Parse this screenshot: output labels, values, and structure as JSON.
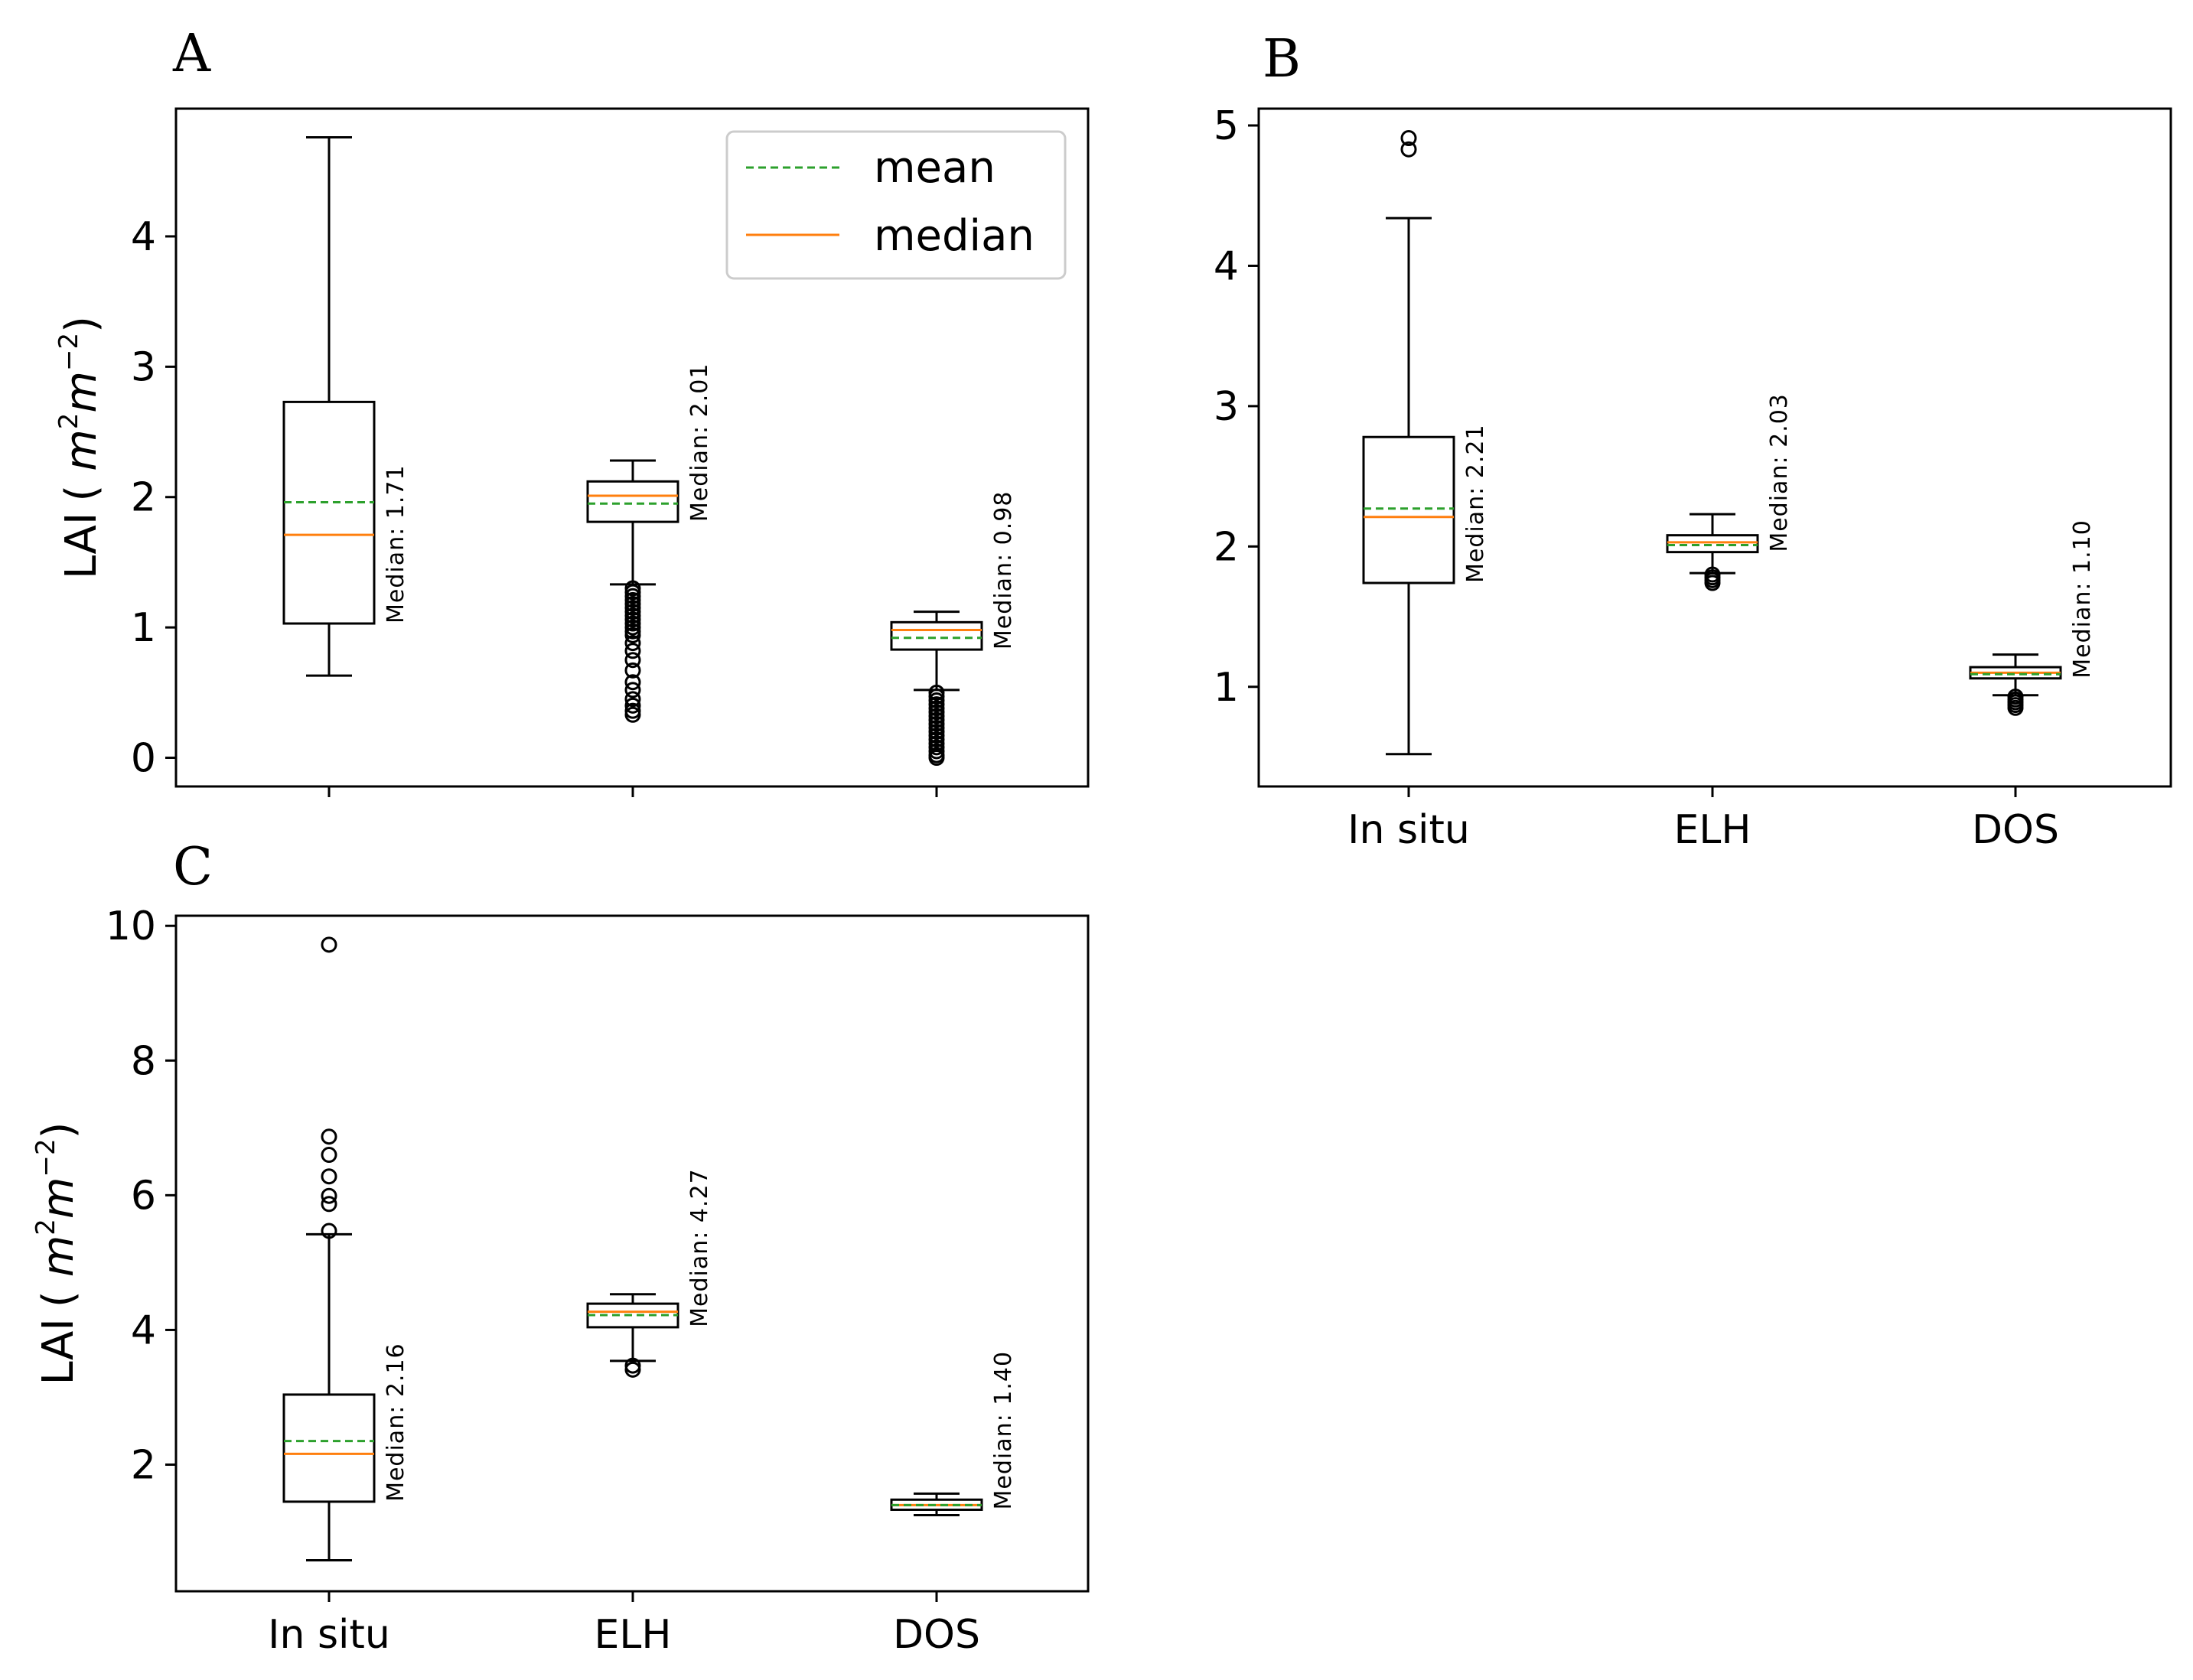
{
  "colors": {
    "mean": "#2ca02c",
    "median": "#ff7f0e",
    "box": "#000000",
    "background": "#ffffff",
    "legend_border": "#cccccc"
  },
  "legend": {
    "mean": "mean",
    "median": "median",
    "placement": "top-right of panel A"
  },
  "chart_data": [
    {
      "panel": "A",
      "type": "boxplot",
      "ylabel": "LAI",
      "ylabel_unit_base": "m",
      "ylabel_unit_exp1": "2",
      "ylabel_unit_m2": "m",
      "ylabel_unit_exp2": "−2",
      "ylim": [
        -0.22,
        4.98
      ],
      "yticks": [
        0,
        1,
        2,
        3,
        4
      ],
      "show_xtick_labels": false,
      "categories": [
        "In situ",
        "ELH",
        "DOS"
      ],
      "series": [
        {
          "category": "In situ",
          "q1": 1.03,
          "median": 1.71,
          "q3": 2.73,
          "mean": 1.96,
          "whisker_low": 0.63,
          "whisker_high": 4.76,
          "outliers": [],
          "annotation": "Median: 1.71"
        },
        {
          "category": "ELH",
          "q1": 1.81,
          "median": 2.01,
          "q3": 2.12,
          "mean": 1.95,
          "whisker_low": 1.33,
          "whisker_high": 2.28,
          "outliers": [
            1.3,
            1.27,
            1.24,
            1.21,
            1.18,
            1.15,
            1.12,
            1.09,
            1.06,
            1.03,
            1.0,
            0.97,
            0.94,
            0.88,
            0.82,
            0.75,
            0.67,
            0.58,
            0.52,
            0.45,
            0.4,
            0.36,
            0.33
          ],
          "annotation": "Median: 2.01"
        },
        {
          "category": "DOS",
          "q1": 0.83,
          "median": 0.98,
          "q3": 1.04,
          "mean": 0.92,
          "whisker_low": 0.52,
          "whisker_high": 1.12,
          "outliers": [
            0.5,
            0.47,
            0.44,
            0.41,
            0.38,
            0.35,
            0.32,
            0.29,
            0.26,
            0.23,
            0.2,
            0.17,
            0.14,
            0.11,
            0.08,
            0.05,
            0.02,
            0.0
          ],
          "annotation": "Median: 0.98"
        }
      ]
    },
    {
      "panel": "B",
      "type": "boxplot",
      "ylabel": "",
      "ylim": [
        0.29,
        5.12
      ],
      "yticks": [
        1,
        2,
        3,
        4,
        5
      ],
      "show_xtick_labels": true,
      "categories": [
        "In situ",
        "ELH",
        "DOS"
      ],
      "series": [
        {
          "category": "In situ",
          "q1": 1.74,
          "median": 2.21,
          "q3": 2.78,
          "mean": 2.27,
          "whisker_low": 0.52,
          "whisker_high": 4.34,
          "outliers": [
            4.83,
            4.91
          ],
          "annotation": "Median: 2.21"
        },
        {
          "category": "ELH",
          "q1": 1.96,
          "median": 2.03,
          "q3": 2.08,
          "mean": 2.01,
          "whisker_low": 1.81,
          "whisker_high": 2.23,
          "outliers": [
            1.8,
            1.78,
            1.76,
            1.74
          ],
          "annotation": "Median: 2.03"
        },
        {
          "category": "DOS",
          "q1": 1.06,
          "median": 1.1,
          "q3": 1.14,
          "mean": 1.09,
          "whisker_low": 0.94,
          "whisker_high": 1.23,
          "outliers": [
            0.93,
            0.91,
            0.89,
            0.87,
            0.85
          ],
          "annotation": "Median: 1.10"
        }
      ]
    },
    {
      "panel": "C",
      "type": "boxplot",
      "ylabel": "LAI",
      "ylabel_unit_base": "m",
      "ylabel_unit_exp1": "2",
      "ylabel_unit_m2": "m",
      "ylabel_unit_exp2": "−2",
      "ylim": [
        0.12,
        10.15
      ],
      "yticks": [
        2,
        4,
        6,
        8,
        10
      ],
      "show_xtick_labels": true,
      "categories": [
        "In situ",
        "ELH",
        "DOS"
      ],
      "series": [
        {
          "category": "In situ",
          "q1": 1.45,
          "median": 2.16,
          "q3": 3.04,
          "mean": 2.35,
          "whisker_low": 0.58,
          "whisker_high": 5.42,
          "outliers": [
            5.47,
            5.87,
            5.99,
            6.28,
            6.6,
            6.87,
            9.72
          ],
          "annotation": "Median: 2.16"
        },
        {
          "category": "ELH",
          "q1": 4.04,
          "median": 4.27,
          "q3": 4.39,
          "mean": 4.22,
          "whisker_low": 3.54,
          "whisker_high": 4.53,
          "outliers": [
            3.47,
            3.41
          ],
          "annotation": "Median: 4.27"
        },
        {
          "category": "DOS",
          "q1": 1.33,
          "median": 1.4,
          "q3": 1.48,
          "mean": 1.4,
          "whisker_low": 1.25,
          "whisker_high": 1.57,
          "outliers": [],
          "annotation": "Median: 1.40"
        }
      ]
    }
  ]
}
